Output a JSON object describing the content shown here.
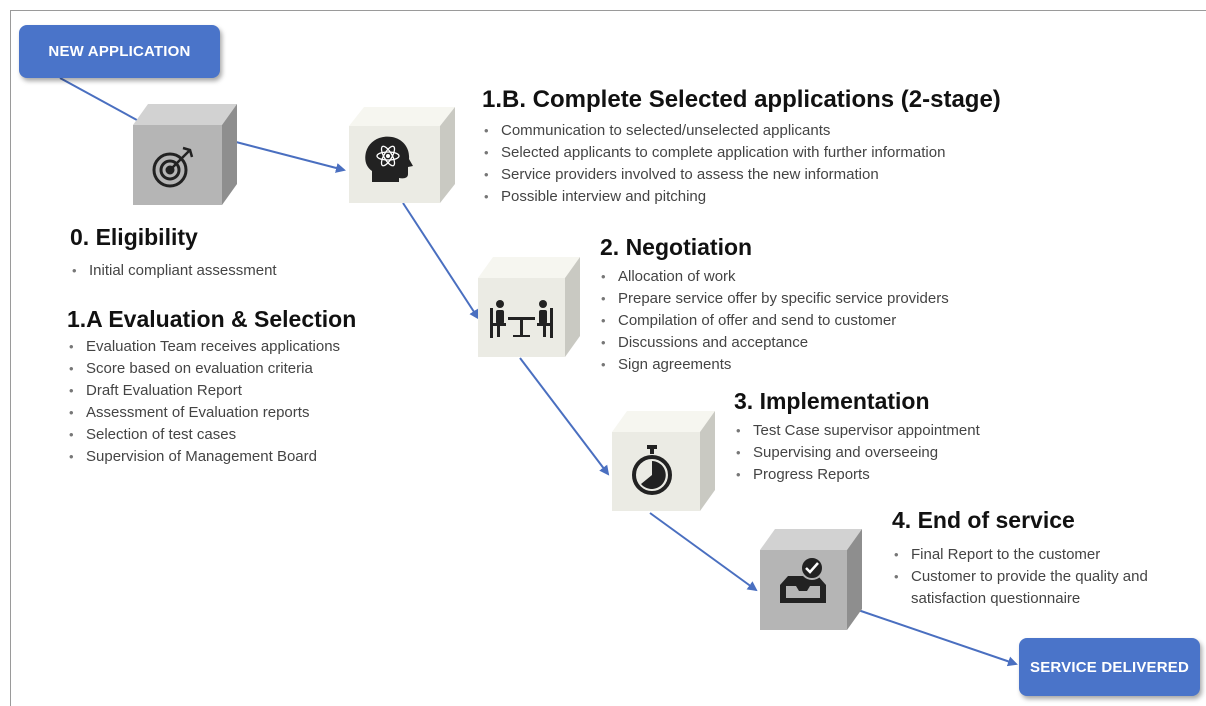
{
  "start_label": "NEW APPLICATION",
  "end_label": "SERVICE DELIVERED",
  "stages": {
    "eligibility": {
      "title": "0. Eligibility",
      "icon": "target-icon",
      "items": [
        "Initial compliant assessment"
      ]
    },
    "evaluation": {
      "title": "1.A Evaluation & Selection",
      "items": [
        "Evaluation Team receives applications",
        "Score based on evaluation criteria",
        "Draft Evaluation Report",
        "Assessment of Evaluation reports",
        "Selection of test cases",
        "Supervision of Management Board"
      ]
    },
    "complete": {
      "title": "1.B. Complete Selected applications (2-stage)",
      "icon": "head-atom-icon",
      "items": [
        "Communication to selected/unselected applicants",
        "Selected applicants to complete application with further information",
        "Service providers involved to assess the new information",
        "Possible interview and pitching"
      ]
    },
    "negotiation": {
      "title": "2. Negotiation",
      "icon": "meeting-icon",
      "items": [
        "Allocation of work",
        "Prepare service offer by specific service providers",
        "Compilation of offer and send to customer",
        "Discussions and acceptance",
        "Sign agreements"
      ]
    },
    "implementation": {
      "title": "3. Implementation",
      "icon": "stopwatch-icon",
      "items": [
        "Test Case supervisor appointment",
        "Supervising and overseeing",
        "Progress Reports"
      ]
    },
    "end": {
      "title": "4. End of service",
      "icon": "inbox-check-icon",
      "items": [
        "Final Report to the customer",
        "Customer to provide the quality and satisfaction questionnaire"
      ]
    }
  },
  "colors": {
    "pill": "#4a74c9",
    "arrow": "#4a6fc0",
    "cube_grey": "#b5b5b5",
    "cube_light": "#ebebe4"
  }
}
